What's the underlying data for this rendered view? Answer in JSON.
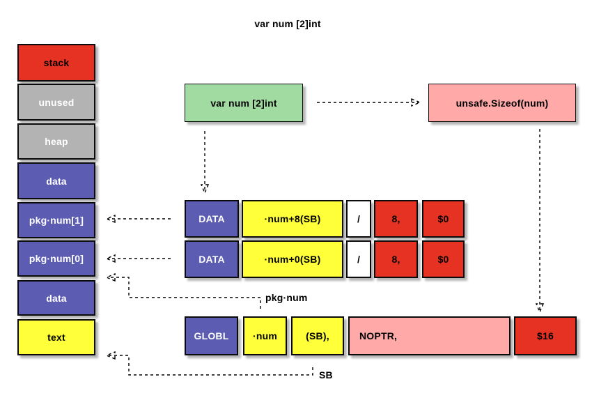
{
  "title": "var num [2]int",
  "memory_column": {
    "items": [
      {
        "label": "stack",
        "color": "#e63222"
      },
      {
        "label": "unused",
        "color": "#b3b3b3"
      },
      {
        "label": "heap",
        "color": "#b3b3b3"
      },
      {
        "label": "data",
        "color": "#5c5cb2"
      },
      {
        "label": "pkg·num[1]",
        "color": "#5c5cb2"
      },
      {
        "label": "pkg·num[0]",
        "color": "#5c5cb2"
      },
      {
        "label": "data",
        "color": "#5c5cb2"
      },
      {
        "label": "text",
        "color": "#ffff3a"
      }
    ]
  },
  "source_box": {
    "label": "var num [2]int"
  },
  "sizeof_box": {
    "label": "unsafe.Sizeof(num)"
  },
  "data_rows": [
    {
      "directive": "DATA",
      "symbol": "·num+8(SB)",
      "separator": "/",
      "size": "8,",
      "value": "$0"
    },
    {
      "directive": "DATA",
      "symbol": "·num+0(SB)",
      "separator": "/",
      "size": "8,",
      "value": "$0"
    }
  ],
  "globl_row": {
    "directive": "GLOBL",
    "symbol": "·num",
    "base": "(SB),",
    "flags": "NOPTR,",
    "size": "$16"
  },
  "annotations": {
    "pkg_num": "pkg·num",
    "sb": "SB"
  },
  "colors": {
    "red": "#e63222",
    "gray": "#b3b3b3",
    "blue": "#5c5cb2",
    "yellow": "#ffff3a",
    "green": "#a1dba1",
    "pink": "#ffa9a9",
    "white": "#ffffff",
    "border": "#000000",
    "shadow": "#b4b4b4"
  }
}
